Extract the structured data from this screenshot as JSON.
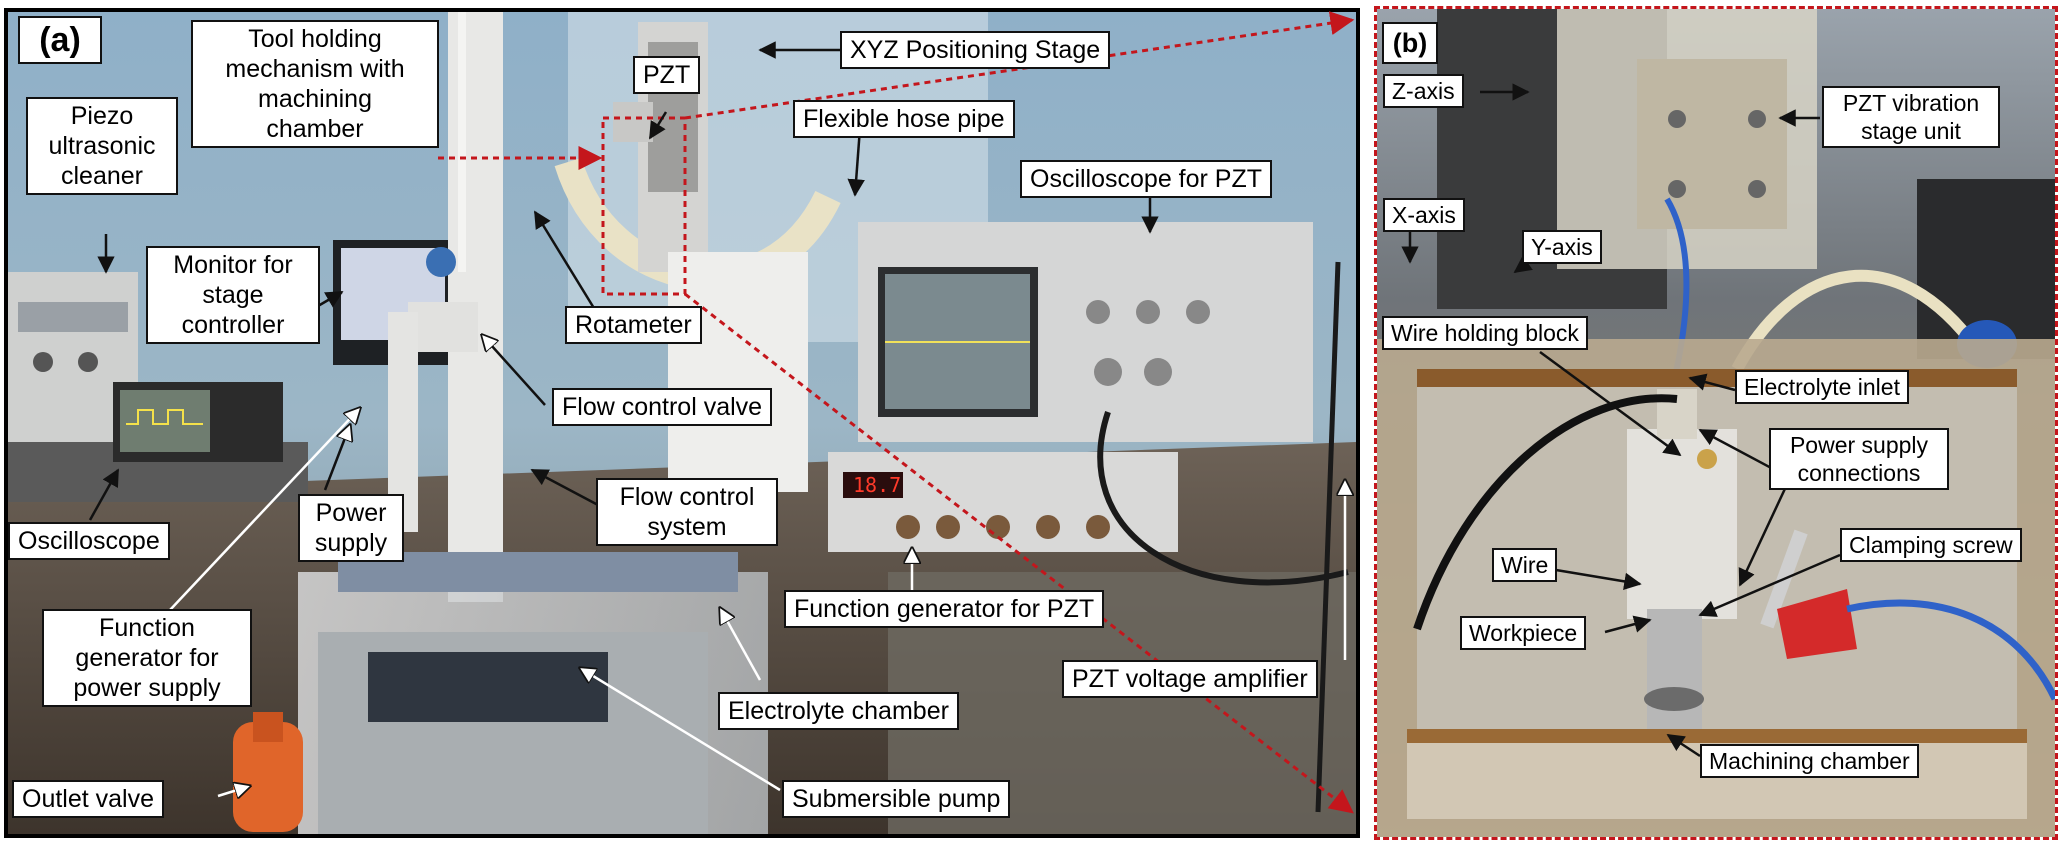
{
  "figure": {
    "panel_a": {
      "tag": "(a)",
      "labels": {
        "tool_holding": "Tool holding\nmechanism with\nmachining\nchamber",
        "pzt": "PZT",
        "xyz_stage": "XYZ Positioning Stage",
        "hose": "Flexible hose pipe",
        "piezo_cleaner": "Piezo\nultrasonic\ncleaner",
        "oscilloscope_pzt": "Oscilloscope for PZT",
        "monitor": "Monitor for\nstage\ncontroller",
        "rotameter": "Rotameter",
        "flow_valve": "Flow control valve",
        "oscilloscope": "Oscilloscope",
        "power_supply": "Power\nsupply",
        "flow_system": "Flow control\nsystem",
        "function_gen_ps": "Function\ngenerator for\npower supply",
        "function_gen_pzt": "Function generator for PZT",
        "pzt_amplifier": "PZT voltage amplifier",
        "electrolyte_chamber": "Electrolyte chamber",
        "outlet_valve": "Outlet valve",
        "submersible_pump": "Submersible pump"
      }
    },
    "panel_b": {
      "tag": "(b)",
      "labels": {
        "z_axis": "Z-axis",
        "pzt_stage": "PZT vibration\nstage unit",
        "x_axis": "X-axis",
        "y_axis": "Y-axis",
        "wire_block": "Wire holding block",
        "electrolyte_inlet": "Electrolyte inlet",
        "power_connections": "Power supply\nconnections",
        "wire": "Wire",
        "clamping_screw": "Clamping screw",
        "workpiece": "Workpiece",
        "machining_chamber": "Machining chamber"
      }
    },
    "colors": {
      "callout_dashes": "#c4161c",
      "label_border": "#111111",
      "label_fill": "#ffffff"
    }
  }
}
